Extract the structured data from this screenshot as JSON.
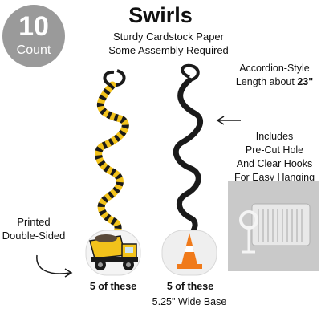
{
  "badge": {
    "number": "10",
    "label": "Count"
  },
  "title": "Swirls",
  "subtitle": [
    "Sturdy Cardstock Paper",
    "Some Assembly Required"
  ],
  "accordion_note": {
    "line1": "Accordion-Style",
    "line2_prefix": "Length about ",
    "line2_value": "23\""
  },
  "hooks_note": [
    "Includes",
    "Pre-Cut Hole",
    "And Clear Hooks",
    "For Easy Hanging"
  ],
  "printed_note": [
    "Printed",
    "Double-Sided"
  ],
  "captions": {
    "left": "5 of these",
    "right": "5 of these"
  },
  "base_note": "5.25\" Wide Base",
  "colors": {
    "badge": "#9a9a9a",
    "yellow": "#f2c21b",
    "black": "#1a1a1a",
    "cone_orange": "#f07a1a"
  }
}
